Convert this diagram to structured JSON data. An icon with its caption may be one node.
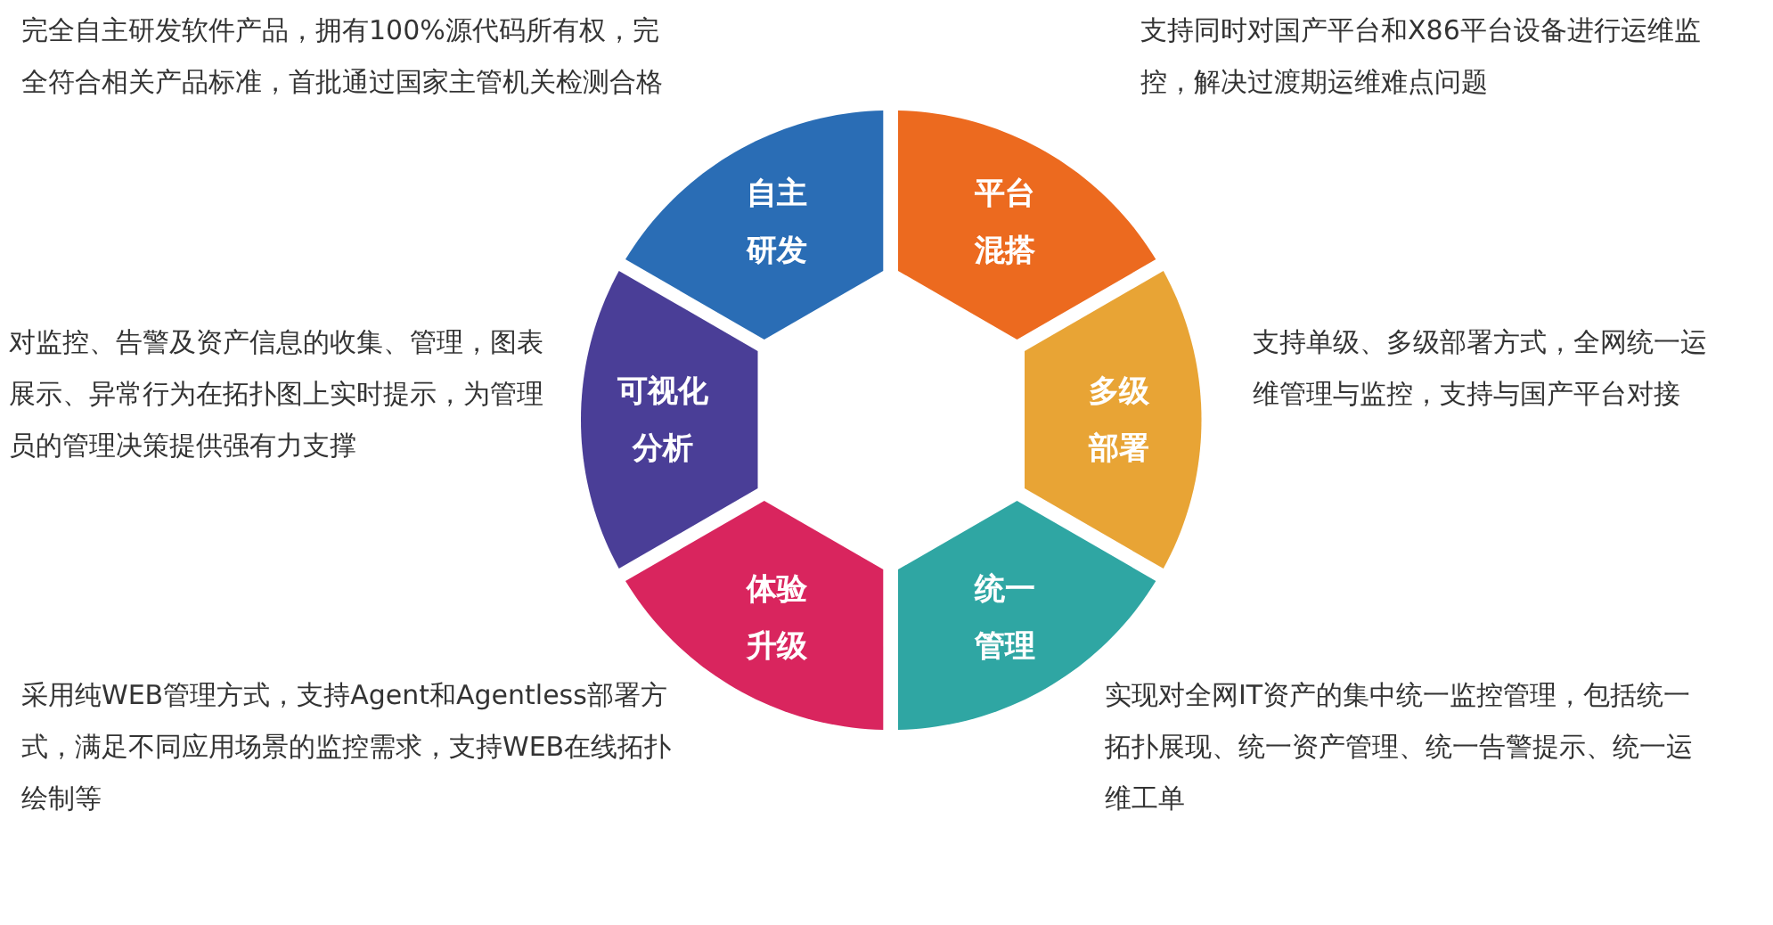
{
  "diagram": {
    "nodes": [
      {
        "text": [
          "自主研发"
        ],
        "beside": [
          "完全自主研发软件产品，拥有100%源代码所有权，完全符合相关产品标准，首批通过国家主管机关检测合格"
        ]
      },
      {
        "text": [
          "平台混搭"
        ],
        "beside": [
          "支持同时对国产平台和X86平台设备进行运维监控，解决过渡期运维难点问题"
        ]
      },
      {
        "text": [
          "可视化分析"
        ],
        "beside": [
          "对监控、告警及资产信息的收集、管理，图表展示、异常行为在拓扑图上实时提示，为管理员的管理决策提供强有力支撑"
        ]
      },
      {
        "text": [
          "多级部署"
        ],
        "beside": [
          "支持单级、多级部署方式，全网统一运维管理与监控，支持与国产平台对接"
        ]
      },
      {
        "text": [
          "体验升级"
        ],
        "beside": [
          "采用纯WEB管理方式，支持Agent和Agentless部署方式，满足不同应用场景的监控需求，支持WEB在线拓扑绘制等"
        ]
      },
      {
        "text": [
          "统一管理"
        ],
        "beside": [
          "实现对全网IT资产的集中统一监控管理，包括统一拓扑展现、统一资产管理、统一告警提示、统一运维工单"
        ]
      }
    ]
  }
}
